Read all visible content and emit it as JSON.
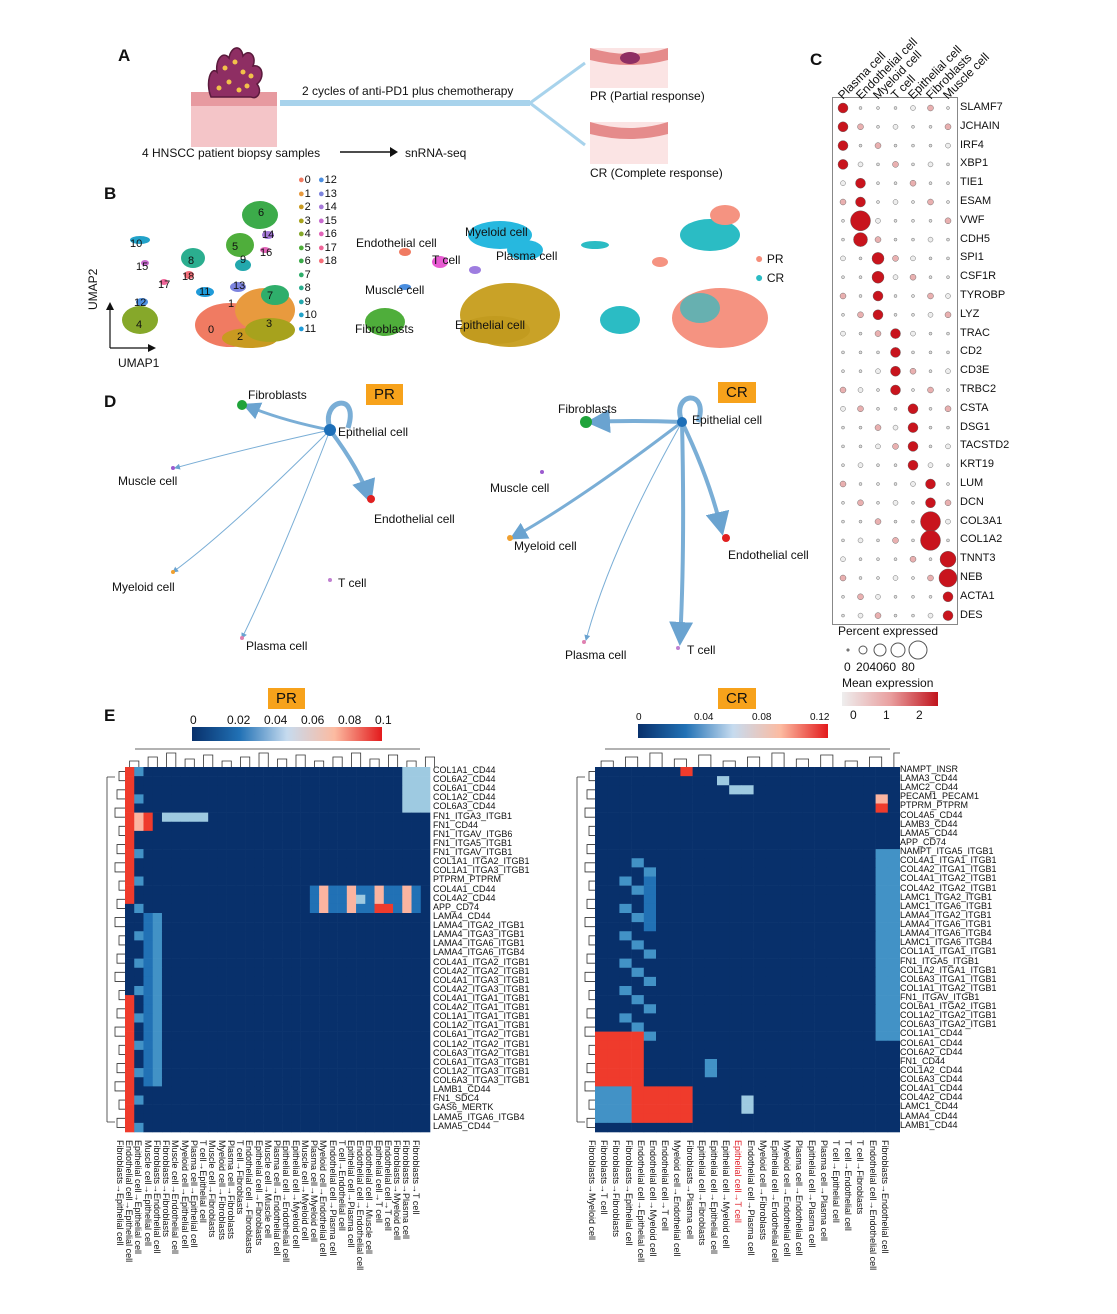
{
  "panels": {
    "a": "A",
    "b": "B",
    "c": "C",
    "d": "D",
    "e": "E"
  },
  "panelA": {
    "treatment": "2 cycles of anti-PD1 plus chemotherapy",
    "samples": "4 HNSCC patient biopsy samples",
    "method": "snRNA-seq",
    "pr": "PR (Partial response)",
    "cr": "CR (Complete response)"
  },
  "panelB": {
    "cluster_legend": [
      "0",
      "1",
      "2",
      "3",
      "4",
      "5",
      "6",
      "7",
      "8",
      "9",
      "10",
      "11",
      "12",
      "13",
      "14",
      "15",
      "16",
      "17",
      "18"
    ],
    "cluster_colors": [
      "#f07b62",
      "#e89a3e",
      "#c99a20",
      "#a7a21d",
      "#86a82a",
      "#4fae3b",
      "#3cab4a",
      "#2fae6b",
      "#2bae8f",
      "#23a8ad",
      "#22a2c9",
      "#1f9bd9",
      "#4d8fe0",
      "#7d84de",
      "#a478d8",
      "#c86bcf",
      "#e164b8",
      "#ee6598",
      "#f56f7a"
    ],
    "cluster_labels_on_map": [
      "10",
      "15",
      "17",
      "8",
      "18",
      "5",
      "6",
      "14",
      "16",
      "9",
      "13",
      "11",
      "12",
      "4",
      "1",
      "7",
      "0",
      "2",
      "3"
    ],
    "celltype_labels": [
      "Endothelial cell",
      "Myeloid cell",
      "T cell",
      "Plasma cell",
      "Muscle cell",
      "Fibroblasts",
      "Epithelial cell"
    ],
    "response_legend": [
      "PR",
      "CR"
    ],
    "response_colors": [
      "#f58d7a",
      "#2bbcc4"
    ],
    "axis_y": "UMAP2",
    "axis_x": "UMAP1"
  },
  "panelC": {
    "celltypes": [
      "Plasma cell",
      "Endothelial cell",
      "Myeloid cell",
      "T cell",
      "Epithelial cell",
      "Fibroblasts",
      "Muscle cell"
    ],
    "genes": [
      "SLAMF7",
      "JCHAIN",
      "IRF4",
      "XBP1",
      "TIE1",
      "ESAM",
      "VWF",
      "CDH5",
      "SPI1",
      "CSF1R",
      "TYROBP",
      "LYZ",
      "TRAC",
      "CD2",
      "CD3E",
      "TRBC2",
      "CSTA",
      "DSG1",
      "TACSTD2",
      "KRT19",
      "LUM",
      "DCN",
      "COL3A1",
      "COL1A2",
      "TNNT3",
      "NEB",
      "ACTA1",
      "DES"
    ],
    "percent_title": "Percent expressed",
    "percent_ticks": [
      "0",
      "20",
      "40",
      "60",
      "80"
    ],
    "mean_title": "Mean expression",
    "mean_ticks": [
      "0",
      "1",
      "2"
    ]
  },
  "panelD": {
    "pr_badge": "PR",
    "cr_badge": "CR",
    "nodes": [
      "Fibroblasts",
      "Epithelial cell",
      "Muscle cell",
      "Endothelial cell",
      "Myeloid cell",
      "T cell",
      "Plasma cell"
    ]
  },
  "panelE": {
    "pr_badge": "PR",
    "cr_badge": "CR",
    "pr_scale": [
      "0",
      "0.02",
      "0.04",
      "0.06",
      "0.08",
      "0.1"
    ],
    "cr_scale": [
      "0",
      "0.04",
      "0.08",
      "0.12"
    ],
    "pr_rows": [
      "COL1A1_CD44",
      "COL6A2_CD44",
      "COL6A1_CD44",
      "COL1A2_CD44",
      "COL6A3_CD44",
      "FN1_ITGA3_ITGB1",
      "FN1_CD44",
      "FN1_ITGAV_ITGB6",
      "FN1_ITGA5_ITGB1",
      "FN1_ITGAV_ITGB1",
      "COL1A1_ITGA2_ITGB1",
      "COL1A1_ITGA3_ITGB1",
      "PTPRM_PTPRM",
      "COL4A1_CD44",
      "COL4A2_CD44",
      "APP_CD74",
      "LAMA4_CD44",
      "LAMA4_ITGA2_ITGB1",
      "LAMA4_ITGA3_ITGB1",
      "LAMA4_ITGA6_ITGB1",
      "LAMA4_ITGA6_ITGB4",
      "COL4A1_ITGA2_ITGB1",
      "COL4A2_ITGA2_ITGB1",
      "COL4A1_ITGA3_ITGB1",
      "COL4A2_ITGA3_ITGB1",
      "COL4A1_ITGA1_ITGB1",
      "COL4A2_ITGA1_ITGB1",
      "COL1A1_ITGA1_ITGB1",
      "COL1A2_ITGA1_ITGB1",
      "COL6A1_ITGA2_ITGB1",
      "COL1A2_ITGA2_ITGB1",
      "COL6A3_ITGA2_ITGB1",
      "COL6A1_ITGA3_ITGB1",
      "COL1A2_ITGA3_ITGB1",
      "COL6A3_ITGA3_ITGB1",
      "LAMB1_CD44",
      "FN1_SDC4",
      "GAS6_MERTK",
      "LAMA5_ITGA6_ITGB4",
      "LAMA5_CD44"
    ],
    "pr_cols": [
      "Fibroblasts→Epithelial cell",
      "Endothelial cell→Epithelial cell",
      "Epithelial cell→Epithelial cell",
      "Muscle cell→Epithelial cell",
      "Fibroblasts→Endothelial cell",
      "Fibroblasts→Fibroblasts",
      "Muscle cell→Endothelial cell",
      "Myeloid cell→Epithelial cell",
      "Plasma cell→Epithelial cell",
      "T cell→Epithelial cell",
      "Muscle cell→Fibroblasts",
      "Myeloid cell→Fibroblasts",
      "Plasma cell→Fibroblasts",
      "T cell→Fibroblasts",
      "Endothelial cell→Fibroblasts",
      "Epithelial cell→Fibroblasts",
      "Muscle cell→Muscle cell",
      "Plasma cell→Endothelial cell",
      "Epithelial cell→Endothelial cell",
      "Epithelial cell→Myeloid cell",
      "Muscle cell→Myeloid cell",
      "Plasma cell→Myeloid cell",
      "Myeloid cell→Endothelial cell",
      "Endothelial cell→Plasma cell",
      "T cell→Endothelial cell",
      "Epithelial cell→Plasma cell",
      "Endothelial cell→Endothelial cell",
      "Endothelial cell→Muscle cell",
      "Epithelial cell→T cell",
      "Endothelial cell→T cell",
      "Fibroblasts→Myeloid cell",
      "Fibroblasts→Plasma cell",
      "Fibroblasts→T cell"
    ],
    "cr_rows": [
      "NAMPT_INSR",
      "LAMA3_CD44",
      "LAMC2_CD44",
      "PECAM1_PECAM1",
      "PTPRM_PTPRM",
      "COL4A5_CD44",
      "LAMB3_CD44",
      "LAMA5_CD44",
      "APP_CD74",
      "NAMPT_ITGA5_ITGB1",
      "COL4A1_ITGA1_ITGB1",
      "COL4A2_ITGA1_ITGB1",
      "COL4A1_ITGA2_ITGB1",
      "COL4A2_ITGA2_ITGB1",
      "LAMC1_ITGA2_ITGB1",
      "LAMC1_ITGA6_ITGB1",
      "LAMA4_ITGA2_ITGB1",
      "LAMA4_ITGA6_ITGB1",
      "LAMA4_ITGA6_ITGB4",
      "LAMC1_ITGA6_ITGB4",
      "COL1A1_ITGA1_ITGB1",
      "FN1_ITGA5_ITGB1",
      "COL1A2_ITGA1_ITGB1",
      "COL6A3_ITGA1_ITGB1",
      "COL1A1_ITGA2_ITGB1",
      "FN1_ITGAV_ITGB1",
      "COL6A1_ITGA2_ITGB1",
      "COL1A2_ITGA2_ITGB1",
      "COL6A3_ITGA2_ITGB1",
      "COL1A1_CD44",
      "COL6A1_CD44",
      "COL6A2_CD44",
      "FN1_CD44",
      "COL1A2_CD44",
      "COL6A3_CD44",
      "COL4A1_CD44",
      "COL4A2_CD44",
      "LAMC1_CD44",
      "LAMA4_CD44",
      "LAMB1_CD44"
    ],
    "cr_cols": [
      "Fibroblasts→Myeloid cell",
      "Fibroblasts→T cell",
      "Fibroblasts→Fibroblasts",
      "Fibroblasts→Epithelial cell",
      "Endothelial cell→Epithelial cell",
      "Endothelial cell→Myeloid cell",
      "Endothelial cell→T cell",
      "Myeloid cell→Endothelial cell",
      "Fibroblasts→Plasma cell",
      "Epithelial cell→Fibroblasts",
      "Epithelial cell→Epithelial cell",
      "Epithelial cell→Myeloid cell",
      "Epithelial cell→T cell",
      "Endothelial cell→Plasma cell",
      "Myeloid cell→Fibroblasts",
      "Epithelial cell→Endothelial cell",
      "Myeloid cell→Endothelial cell",
      "Plasma cell→Endothelial cell",
      "Epithelial cell→Plasma cell",
      "Plasma cell→Plasma cell",
      "T cell→Epithelial cell",
      "T cell→Endothelial cell",
      "T cell→Fibroblasts",
      "Endothelial cell→Endothelial cell",
      "Fibroblasts→Endothelial cell"
    ],
    "cr_highlight_col": "Epithelial cell→T cell"
  }
}
